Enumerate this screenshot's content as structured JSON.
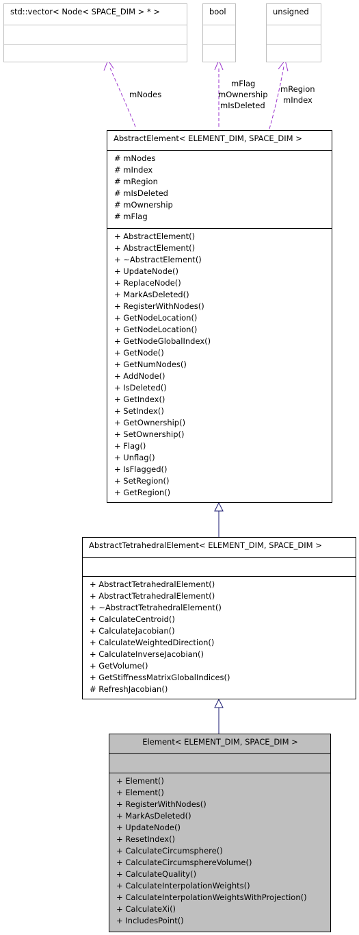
{
  "colors": {
    "inherit": "#191970",
    "usage": "#9a32cd",
    "highlight": "#bfbfbf",
    "border_grey": "#bfbfbf"
  },
  "vector_node": {
    "title": "std::vector< Node< SPACE_DIM > * >"
  },
  "bool_type": {
    "title": "bool"
  },
  "unsigned_type": {
    "title": "unsigned"
  },
  "edge_labels": {
    "nodes": "mNodes",
    "bool": [
      "mFlag",
      "mOwnership",
      "mIsDeleted"
    ],
    "unsigned": [
      "mRegion",
      "mIndex"
    ]
  },
  "abstract_element": {
    "title": "AbstractElement< ELEMENT_DIM, SPACE_DIM >",
    "attributes": [
      "# mNodes",
      "# mIndex",
      "# mRegion",
      "# mIsDeleted",
      "# mOwnership",
      "# mFlag"
    ],
    "methods": [
      "+ AbstractElement()",
      "+ AbstractElement()",
      "+ ~AbstractElement()",
      "+ UpdateNode()",
      "+ ReplaceNode()",
      "+ MarkAsDeleted()",
      "+ RegisterWithNodes()",
      "+ GetNodeLocation()",
      "+ GetNodeLocation()",
      "+ GetNodeGlobalIndex()",
      "+ GetNode()",
      "+ GetNumNodes()",
      "+ AddNode()",
      "+ IsDeleted()",
      "+ GetIndex()",
      "+ SetIndex()",
      "+ GetOwnership()",
      "+ SetOwnership()",
      "+ Flag()",
      "+ Unflag()",
      "+ IsFlagged()",
      "+ SetRegion()",
      "+ GetRegion()"
    ]
  },
  "abstract_tetrahedral_element": {
    "title": "AbstractTetrahedralElement< ELEMENT_DIM, SPACE_DIM >",
    "methods": [
      "+ AbstractTetrahedralElement()",
      "+ AbstractTetrahedralElement()",
      "+ ~AbstractTetrahedralElement()",
      "+ CalculateCentroid()",
      "+ CalculateJacobian()",
      "+ CalculateWeightedDirection()",
      "+ CalculateInverseJacobian()",
      "+ GetVolume()",
      "+ GetStiffnessMatrixGlobalIndices()",
      "# RefreshJacobian()"
    ]
  },
  "element": {
    "title": "Element< ELEMENT_DIM, SPACE_DIM >",
    "methods": [
      "+ Element()",
      "+ Element()",
      "+ RegisterWithNodes()",
      "+ MarkAsDeleted()",
      "+ UpdateNode()",
      "+ ResetIndex()",
      "+ CalculateCircumsphere()",
      "+ CalculateCircumsphereVolume()",
      "+ CalculateQuality()",
      "+ CalculateInterpolationWeights()",
      "+ CalculateInterpolationWeightsWithProjection()",
      "+ CalculateXi()",
      "+ IncludesPoint()"
    ]
  }
}
